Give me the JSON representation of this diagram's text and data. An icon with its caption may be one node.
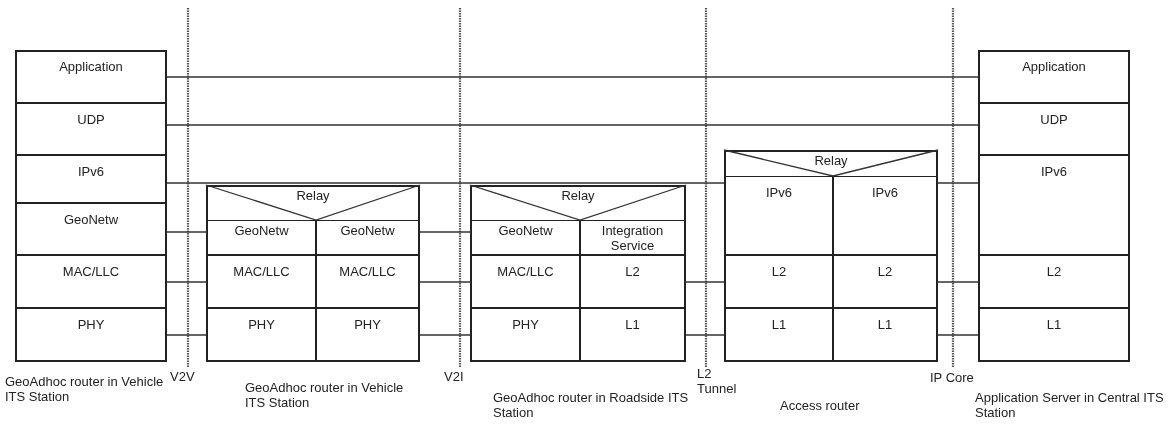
{
  "diagram": {
    "nodes": [
      {
        "text": [],
        "shape": "box",
        "beside": [
          "GeoAdhoc router in Vehicle ITS Station"
        ]
      },
      {
        "text": [
          "Application"
        ],
        "in": 0
      },
      {
        "text": [
          "UDP"
        ],
        "in": 0
      },
      {
        "text": [
          "IPv6"
        ],
        "in": 0
      },
      {
        "text": [
          "GeoNetw"
        ],
        "in": 0
      },
      {
        "text": [
          "MAC/LLC"
        ],
        "in": 0
      },
      {
        "text": [
          "PHY"
        ],
        "in": 0
      },
      {
        "text": [],
        "shape": "box",
        "beside": [
          "GeoAdhoc router in Vehicle ITS Station"
        ]
      },
      {
        "text": [
          "Relay"
        ],
        "in": 7
      },
      {
        "text": [
          "GeoNetw"
        ],
        "in": 7
      },
      {
        "text": [
          "GeoNetw"
        ],
        "in": 7
      },
      {
        "text": [
          "MAC/LLC"
        ],
        "in": 7
      },
      {
        "text": [
          "MAC/LLC"
        ],
        "in": 7
      },
      {
        "text": [
          "PHY"
        ],
        "in": 7
      },
      {
        "text": [
          "PHY"
        ],
        "in": 7
      },
      {
        "text": [],
        "shape": "box",
        "beside": [
          "GeoAdhoc router in Roadside ITS Station"
        ]
      },
      {
        "text": [
          "Relay"
        ],
        "in": 15
      },
      {
        "text": [
          "GeoNetw"
        ],
        "in": 15
      },
      {
        "text": [
          "Integration Service"
        ],
        "in": 15
      },
      {
        "text": [
          "MAC/LLC"
        ],
        "in": 15
      },
      {
        "text": [
          "L2"
        ],
        "in": 15
      },
      {
        "text": [
          "PHY"
        ],
        "in": 15
      },
      {
        "text": [
          "L1"
        ],
        "in": 15
      },
      {
        "text": [],
        "shape": "box",
        "beside": [
          "Access router"
        ]
      },
      {
        "text": [
          "Relay"
        ],
        "in": 23
      },
      {
        "text": [
          "IPv6"
        ],
        "in": 23
      },
      {
        "text": [
          "IPv6"
        ],
        "in": 23
      },
      {
        "text": [
          "L2"
        ],
        "in": 23
      },
      {
        "text": [
          "L2"
        ],
        "in": 23
      },
      {
        "text": [
          "L1"
        ],
        "in": 23
      },
      {
        "text": [
          "L1"
        ],
        "in": 23
      },
      {
        "text": [],
        "shape": "box",
        "beside": [
          "Application Server in Central ITS Station"
        ]
      },
      {
        "text": [
          "Application"
        ],
        "in": 31
      },
      {
        "text": [
          "UDP"
        ],
        "in": 31
      },
      {
        "text": [
          "IPv6"
        ],
        "in": 31
      },
      {
        "text": [
          "L2"
        ],
        "in": 31
      },
      {
        "text": [
          "L1"
        ],
        "in": 31
      }
    ],
    "edges": [
      {
        "from": 1,
        "to": 32,
        "arrow": "none"
      },
      {
        "from": 2,
        "to": 33,
        "arrow": "none"
      },
      {
        "from": 3,
        "to": 25,
        "arrow": "none"
      },
      {
        "from": 26,
        "to": 34,
        "arrow": "none"
      },
      {
        "from": 4,
        "to": 9,
        "arrow": "none"
      },
      {
        "from": 10,
        "to": 17,
        "arrow": "none"
      },
      {
        "from": 5,
        "to": 11,
        "arrow": "none"
      },
      {
        "from": 12,
        "to": 19,
        "arrow": "none"
      },
      {
        "from": 20,
        "to": 27,
        "arrow": "none"
      },
      {
        "from": 28,
        "to": 35,
        "arrow": "none"
      },
      {
        "from": 6,
        "to": 13,
        "arrow": "none"
      },
      {
        "from": 14,
        "to": 21,
        "arrow": "none"
      },
      {
        "from": 22,
        "to": 29,
        "arrow": "none"
      },
      {
        "from": 30,
        "to": 36,
        "arrow": "none"
      }
    ],
    "labels": [
      "V2V",
      "V2I",
      "L2 Tunnel",
      "IP Core"
    ]
  }
}
